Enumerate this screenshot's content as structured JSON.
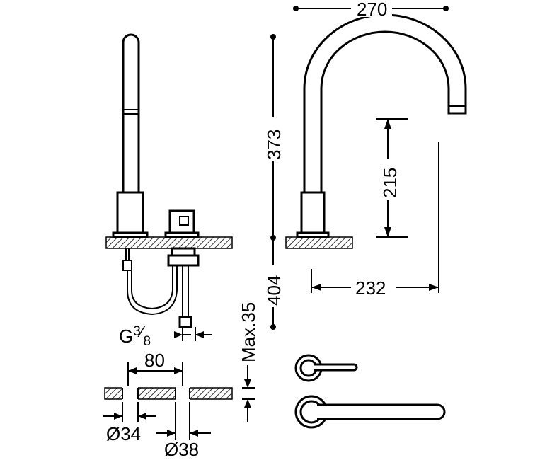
{
  "dimensions": {
    "spout_reach_top": "270",
    "total_height": "373",
    "spout_clearance": "215",
    "below_deck": "404",
    "reach_at_base": "232",
    "thread": {
      "prefix": "G",
      "numerator": "3",
      "slash": "⁄",
      "denominator": "8"
    },
    "max_deck": "Max.35",
    "hole_spacing": "80",
    "hole_small": "Ø34",
    "hole_large": "Ø38"
  },
  "colors": {
    "line": "#000000",
    "hatch": "#000000",
    "background": "#ffffff"
  }
}
